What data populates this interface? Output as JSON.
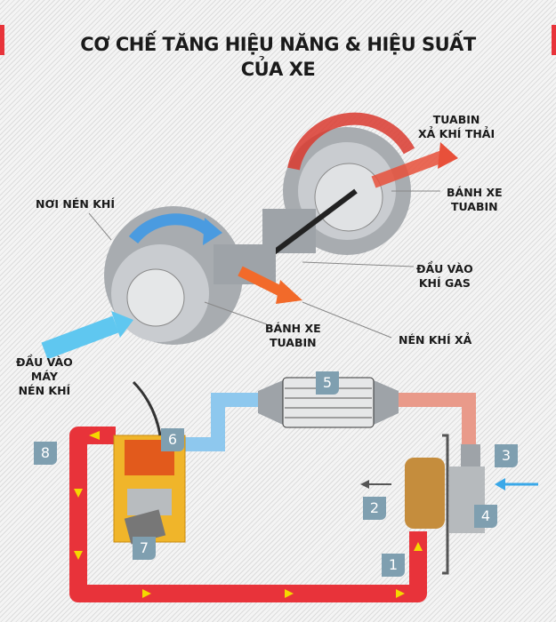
{
  "title": {
    "line1": "CƠ CHẾ TĂNG HIỆU NĂNG & HIỆU SUẤT",
    "line2": "CỦA XE"
  },
  "labels": {
    "exhaust_turbine": [
      "TUABIN",
      "XẢ KHÍ THẢI"
    ],
    "turbine_wheel_right": [
      "BÁNH XE",
      "TUABIN"
    ],
    "compressor": [
      "NƠI NÉN KHÍ"
    ],
    "gas_inlet": [
      "ĐẦU VÀO",
      "KHÍ GAS"
    ],
    "turbine_wheel_left": [
      "BÁNH XE",
      "TUABIN"
    ],
    "exhaust_compression": [
      "NÉN KHÍ XẢ"
    ],
    "compressor_inlet": [
      "ĐẦU VÀO",
      "MÁY",
      "NÉN KHÍ"
    ]
  },
  "badges": [
    "1",
    "2",
    "3",
    "4",
    "5",
    "6",
    "7",
    "8"
  ],
  "colors": {
    "hot": "#e8333a",
    "cold": "#5fb4e6",
    "badge": "#7f9fb0",
    "arrow": "#f5d800"
  }
}
